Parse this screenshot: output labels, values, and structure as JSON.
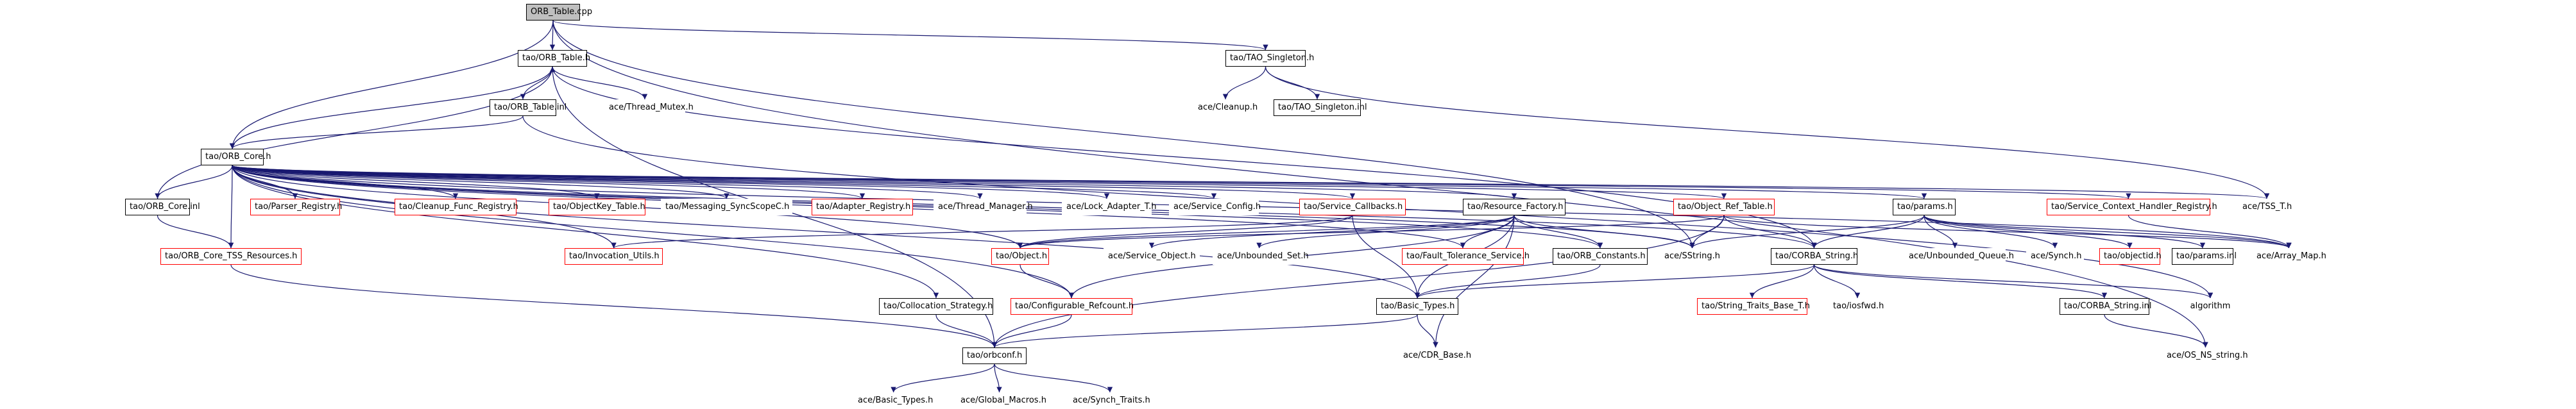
{
  "colors": {
    "edge": "#191970",
    "root_fill": "#bfbfbf",
    "documented_border": "#000000",
    "undocumented_border": "#ff0000"
  },
  "nodes": {
    "orb_table_cpp": "ORB_Table.cpp",
    "orb_table_h": "tao/ORB_Table.h",
    "tao_singleton_h": "tao/TAO_Singleton.h",
    "orb_table_inl": "tao/ORB_Table.inl",
    "thread_mutex_h": "ace/Thread_Mutex.h",
    "cleanup_h": "ace/Cleanup.h",
    "tao_singleton_inl": "tao/TAO_Singleton.inl",
    "orb_core_h": "tao/ORB_Core.h",
    "orb_core_inl": "tao/ORB_Core.inl",
    "parser_registry_h": "tao/Parser_Registry.h",
    "cleanup_func_registry_h": "tao/Cleanup_Func_Registry.h",
    "objectkey_table_h": "tao/ObjectKey_Table.h",
    "messaging_syncscopec_h": "tao/Messaging_SyncScopeC.h",
    "adapter_registry_h": "tao/Adapter_Registry.h",
    "thread_manager_h": "ace/Thread_Manager.h",
    "lock_adapter_t_h": "ace/Lock_Adapter_T.h",
    "service_config_h": "ace/Service_Config.h",
    "service_callbacks_h": "tao/Service_Callbacks.h",
    "resource_factory_h": "tao/Resource_Factory.h",
    "object_ref_table_h": "tao/Object_Ref_Table.h",
    "params_h": "tao/params.h",
    "service_context_handler_registry_h": "tao/Service_Context_Handler_Registry.h",
    "tss_t_h": "ace/TSS_T.h",
    "orb_core_tss_resources_h": "tao/ORB_Core_TSS_Resources.h",
    "invocation_utils_h": "tao/Invocation_Utils.h",
    "object_h": "tao/Object.h",
    "service_object_h": "ace/Service_Object.h",
    "unbounded_set_h": "ace/Unbounded_Set.h",
    "fault_tolerance_service_h": "tao/Fault_Tolerance_Service.h",
    "orb_constants_h": "tao/ORB_Constants.h",
    "sstring_h": "ace/SString.h",
    "corba_string_h": "tao/CORBA_String.h",
    "unbounded_queue_h": "ace/Unbounded_Queue.h",
    "synch_h": "ace/Synch.h",
    "objectid_h": "tao/objectid.h",
    "params_inl": "tao/params.inl",
    "array_map_h": "ace/Array_Map.h",
    "collocation_strategy_h": "tao/Collocation_Strategy.h",
    "configurable_refcount_h": "tao/Configurable_Refcount.h",
    "basic_types_h": "tao/Basic_Types.h",
    "string_traits_base_t_h": "tao/String_Traits_Base_T.h",
    "iosfwd_h": "tao/iosfwd.h",
    "corba_string_inl": "tao/CORBA_String.inl",
    "algorithm": "algorithm",
    "orbconf_h": "tao/orbconf.h",
    "cdr_base_h": "ace/CDR_Base.h",
    "os_ns_string_h": "ace/OS_NS_string.h",
    "ace_basic_types_h": "ace/Basic_Types.h",
    "global_macros_h": "ace/Global_Macros.h",
    "synch_traits_h": "ace/Synch_Traits.h"
  }
}
